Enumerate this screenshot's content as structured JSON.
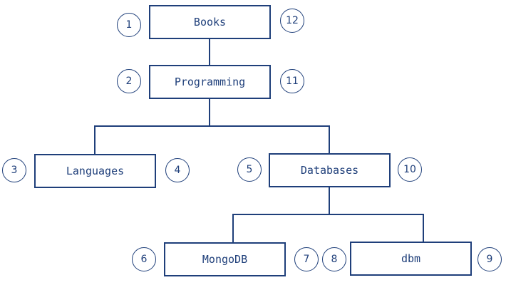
{
  "nodes": {
    "books": {
      "label": "Books",
      "pre": "1",
      "post": "12"
    },
    "programming": {
      "label": "Programming",
      "pre": "2",
      "post": "11"
    },
    "languages": {
      "label": "Languages",
      "pre": "3",
      "post": "4"
    },
    "databases": {
      "label": "Databases",
      "pre": "5",
      "post": "10"
    },
    "mongodb": {
      "label": "MongoDB",
      "pre": "6",
      "post": "7"
    },
    "dbm": {
      "label": "dbm",
      "pre": "8",
      "post": "9"
    }
  },
  "edges": [
    [
      "books",
      "programming"
    ],
    [
      "programming",
      "languages"
    ],
    [
      "programming",
      "databases"
    ],
    [
      "databases",
      "mongodb"
    ],
    [
      "databases",
      "dbm"
    ]
  ],
  "colors": {
    "stroke": "#1f3f7a",
    "background": "#ffffff"
  }
}
